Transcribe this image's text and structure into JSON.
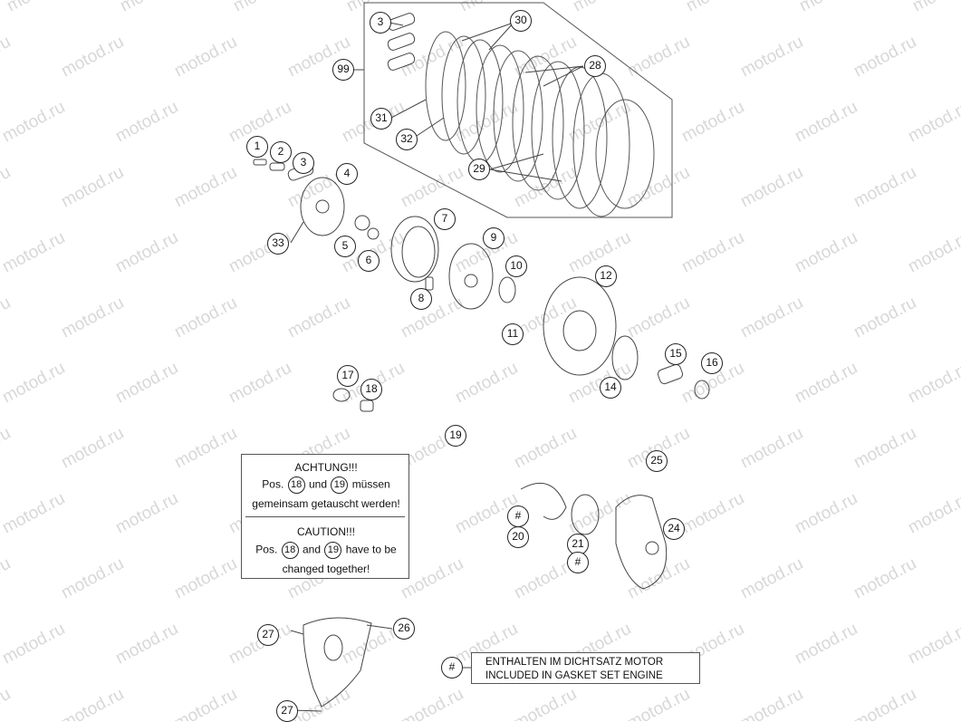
{
  "watermark": "motod.ru",
  "callouts": [
    {
      "id": "c-3a",
      "label": "3"
    },
    {
      "id": "c-30",
      "label": "30"
    },
    {
      "id": "c-99",
      "label": "99"
    },
    {
      "id": "c-28",
      "label": "28"
    },
    {
      "id": "c-31",
      "label": "31"
    },
    {
      "id": "c-32",
      "label": "32"
    },
    {
      "id": "c-29",
      "label": "29"
    },
    {
      "id": "c-1",
      "label": "1"
    },
    {
      "id": "c-2",
      "label": "2"
    },
    {
      "id": "c-3b",
      "label": "3"
    },
    {
      "id": "c-4",
      "label": "4"
    },
    {
      "id": "c-7",
      "label": "7"
    },
    {
      "id": "c-9",
      "label": "9"
    },
    {
      "id": "c-33",
      "label": "33"
    },
    {
      "id": "c-5",
      "label": "5"
    },
    {
      "id": "c-6",
      "label": "6"
    },
    {
      "id": "c-10",
      "label": "10"
    },
    {
      "id": "c-8",
      "label": "8"
    },
    {
      "id": "c-12",
      "label": "12"
    },
    {
      "id": "c-11",
      "label": "11"
    },
    {
      "id": "c-15",
      "label": "15"
    },
    {
      "id": "c-16",
      "label": "16"
    },
    {
      "id": "c-17",
      "label": "17"
    },
    {
      "id": "c-18",
      "label": "18"
    },
    {
      "id": "c-14",
      "label": "14"
    },
    {
      "id": "c-19",
      "label": "19"
    },
    {
      "id": "c-25",
      "label": "25"
    },
    {
      "id": "c-hash1",
      "label": "#"
    },
    {
      "id": "c-24",
      "label": "24"
    },
    {
      "id": "c-20",
      "label": "20"
    },
    {
      "id": "c-21",
      "label": "21"
    },
    {
      "id": "c-hash2",
      "label": "#"
    },
    {
      "id": "c-27a",
      "label": "27"
    },
    {
      "id": "c-26",
      "label": "26"
    },
    {
      "id": "c-hash3",
      "label": "#"
    },
    {
      "id": "c-27b",
      "label": "27"
    }
  ],
  "notice": {
    "de_title": "ACHTUNG!!!",
    "de_pos": "Pos.",
    "de_and": "und",
    "de_must": "müssen",
    "de_line3": "gemeinsam getauscht werden!",
    "en_title": "CAUTION!!!",
    "en_pos": "Pos.",
    "en_and": "and",
    "en_have": "have to be",
    "en_line3": "changed together!",
    "ref_a": "18",
    "ref_b": "19"
  },
  "legend": {
    "symbol": "#",
    "line1": "ENTHALTEN IM DICHTSATZ MOTOR",
    "line2": "INCLUDED IN GASKET SET ENGINE"
  }
}
